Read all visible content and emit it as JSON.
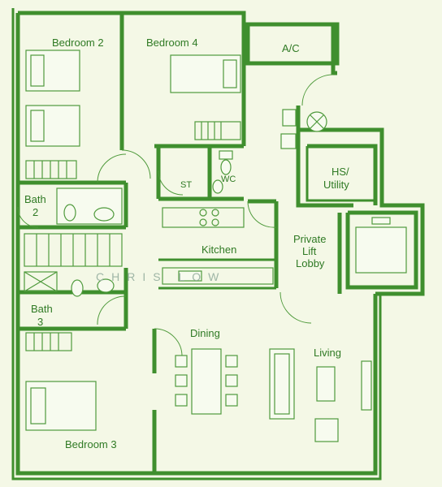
{
  "plan": {
    "rooms": {
      "bedroom2": "Bedroom 2",
      "bedroom4": "Bedroom 4",
      "ac": "A/C",
      "st": "ST",
      "wc": "WC",
      "hs_utility_line1": "HS/",
      "hs_utility_line2": "Utility",
      "bath2_line1": "Bath",
      "bath2_line2": "2",
      "kitchen": "Kitchen",
      "private_lift_lobby_line1": "Private",
      "private_lift_lobby_line2": "Lift",
      "private_lift_lobby_line3": "Lobby",
      "bath3_line1": "Bath",
      "bath3_line2": "3",
      "dining": "Dining",
      "living": "Living",
      "bedroom3": "Bedroom 3"
    },
    "watermark": "CHRIS LOW",
    "colors": {
      "background": "#f4f8e6",
      "wall": "#3f8f2e",
      "label": "#2f7a24"
    }
  }
}
